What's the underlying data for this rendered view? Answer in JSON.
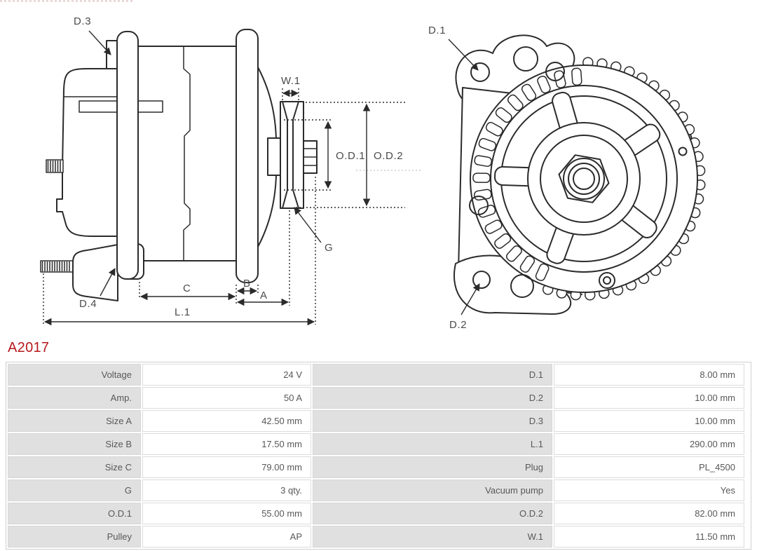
{
  "part_number": "A2017",
  "colors": {
    "accent_red": "#b6191f",
    "cell_gray": "#e0e0e0",
    "line_dark": "#2b2b2b",
    "label_gray": "#4b4b4d"
  },
  "drawing": {
    "side_view": {
      "d3": "D.3",
      "d4": "D.4",
      "w1": "W.1",
      "od1": "O.D.1",
      "od2": "O.D.2",
      "g": "G",
      "a": "A",
      "b": "B",
      "c": "C",
      "l1": "L.1"
    },
    "front_view": {
      "d1": "D.1",
      "d2": "D.2"
    }
  },
  "spec_table": {
    "left": [
      {
        "label": "Voltage",
        "value": "24 V"
      },
      {
        "label": "Amp.",
        "value": "50 A"
      },
      {
        "label": "Size A",
        "value": "42.50 mm"
      },
      {
        "label": "Size B",
        "value": "17.50 mm"
      },
      {
        "label": "Size C",
        "value": "79.00 mm"
      },
      {
        "label": "G",
        "value": "3 qty."
      },
      {
        "label": "O.D.1",
        "value": "55.00 mm"
      },
      {
        "label": "Pulley",
        "value": "AP"
      }
    ],
    "right": [
      {
        "label": "D.1",
        "value": "8.00 mm"
      },
      {
        "label": "D.2",
        "value": "10.00 mm"
      },
      {
        "label": "D.3",
        "value": "10.00 mm"
      },
      {
        "label": "L.1",
        "value": "290.00 mm"
      },
      {
        "label": "Plug",
        "value": "PL_4500"
      },
      {
        "label": "Vacuum pump",
        "value": "Yes"
      },
      {
        "label": "O.D.2",
        "value": "82.00 mm"
      },
      {
        "label": "W.1",
        "value": "11.50 mm"
      }
    ]
  }
}
